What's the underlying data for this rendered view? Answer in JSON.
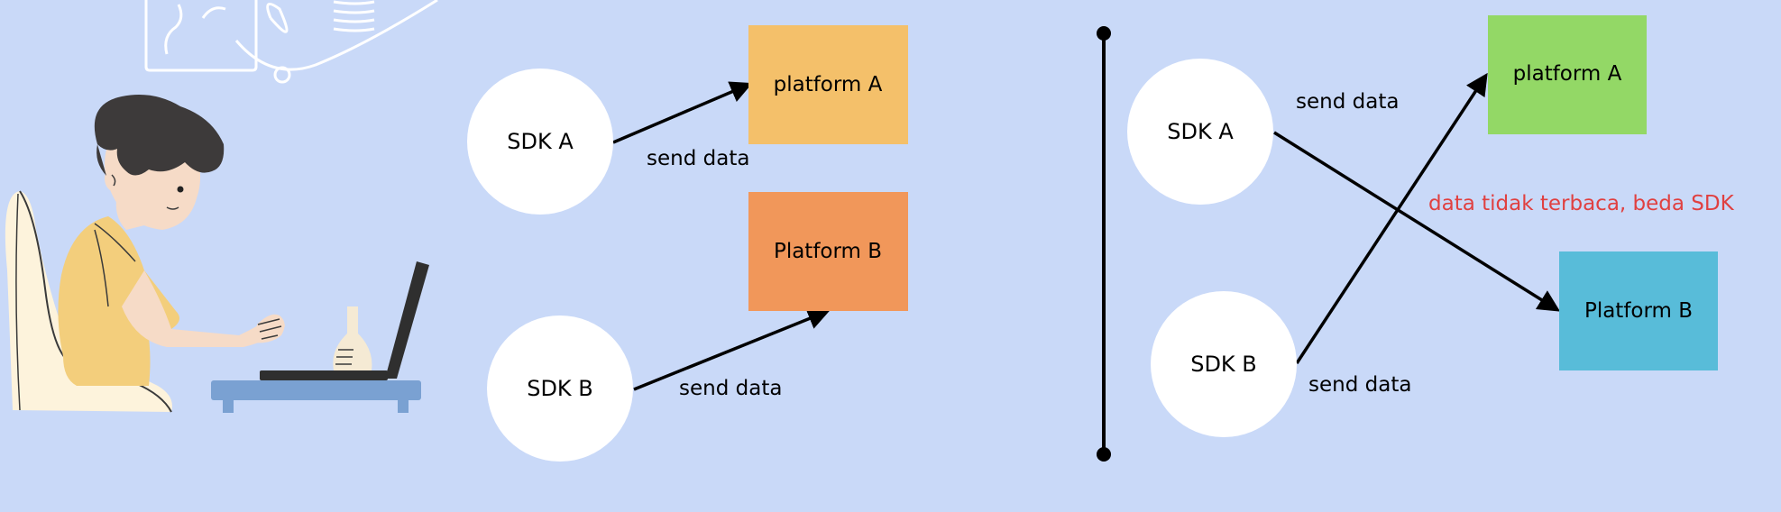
{
  "colors": {
    "background": "#c9d9f8",
    "platform_a_left": "#f4c06a",
    "platform_b_left": "#f1975a",
    "platform_a_right": "#93d866",
    "platform_b_right": "#58bcd9",
    "error_text": "#e04040",
    "node_fill": "#ffffff",
    "line": "#000000"
  },
  "left": {
    "sdk_a": "SDK A",
    "sdk_b": "SDK B",
    "platform_a": "platform A",
    "platform_b": "Platform B",
    "edge_a_label": "send data",
    "edge_b_label": "send data"
  },
  "right": {
    "sdk_a": "SDK A",
    "sdk_b": "SDK B",
    "platform_a": "platform A",
    "platform_b": "Platform B",
    "edge_a_label": "send data",
    "edge_b_label": "send data",
    "error_label": "data tidak terbaca, beda SDK"
  },
  "illustration": {
    "icon": "person-with-laptop-illustration"
  }
}
